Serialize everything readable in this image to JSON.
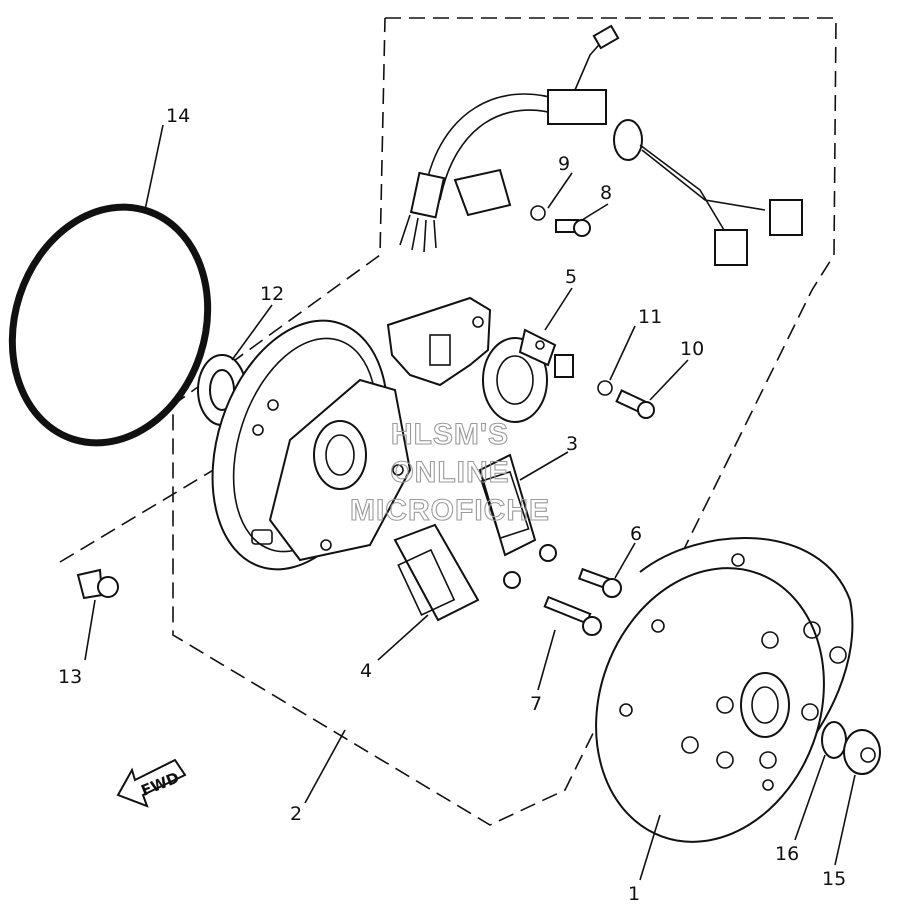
{
  "callouts": {
    "c1": "1",
    "c2": "2",
    "c3": "3",
    "c4": "4",
    "c5": "5",
    "c6": "6",
    "c7": "7",
    "c8": "8",
    "c9": "9",
    "c10": "10",
    "c11": "11",
    "c12": "12",
    "c13": "13",
    "c14": "14",
    "c15": "15",
    "c16": "16"
  },
  "direction_label": "FWD",
  "watermark": [
    "HLSM'S",
    "ONLINE",
    "MICROFICHE"
  ],
  "colors": {
    "ink": "#111111",
    "watermark": "#9a9a9a",
    "paper": "#ffffff"
  }
}
